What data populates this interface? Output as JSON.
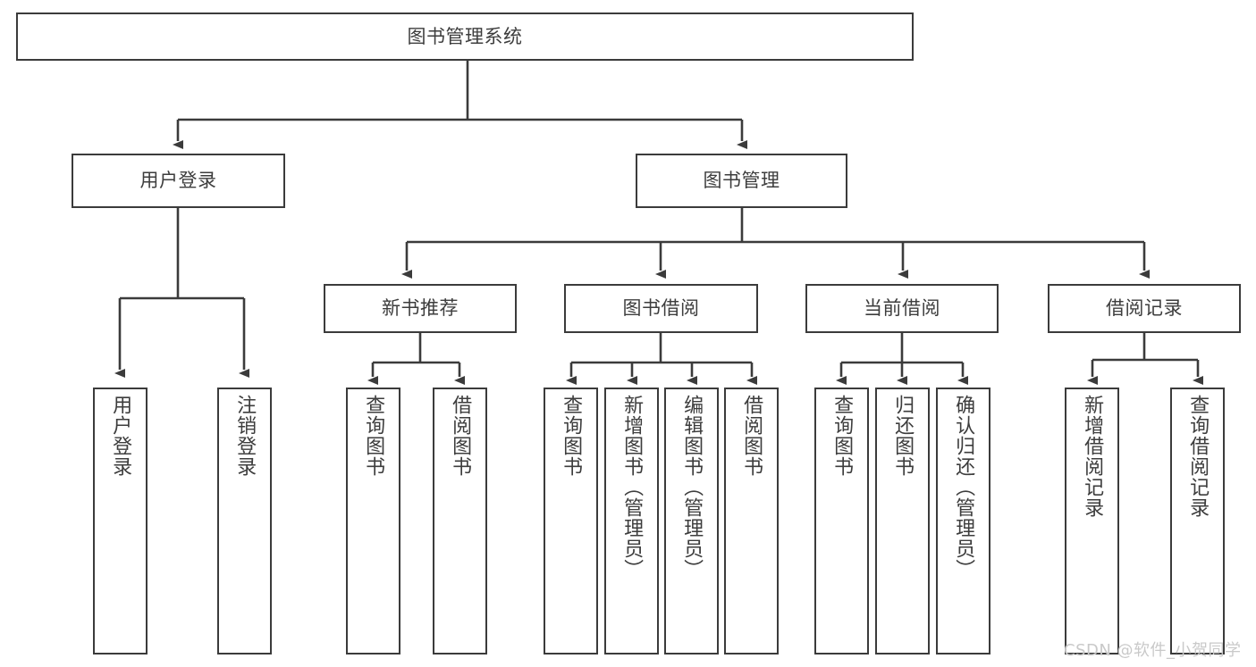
{
  "diagram": {
    "title": "图书管理系统",
    "watermark": "CSDN @软件_小贺同学",
    "colors": {
      "stroke": "#3b3b3b",
      "text": "#3d3d3d",
      "background": "#ffffff",
      "watermark": "#c9c9c9"
    },
    "nodes": {
      "root": {
        "label": "图书管理系统"
      },
      "level2": [
        {
          "label": "用户登录"
        },
        {
          "label": "图书管理"
        }
      ],
      "level3": [
        {
          "label": "新书推荐"
        },
        {
          "label": "图书借阅"
        },
        {
          "label": "当前借阅"
        },
        {
          "label": "借阅记录"
        }
      ],
      "leaves": {
        "user_login": [
          {
            "label": "用户登录"
          },
          {
            "label": "注销登录"
          }
        ],
        "new_book": [
          {
            "label": "查询图书"
          },
          {
            "label": "借阅图书"
          }
        ],
        "book_borrow": [
          {
            "label": "查询图书"
          },
          {
            "label": "新增图书（管理员）"
          },
          {
            "label": "编辑图书（管理员）"
          },
          {
            "label": "借阅图书"
          }
        ],
        "current_borrow": [
          {
            "label": "查询图书"
          },
          {
            "label": "归还图书"
          },
          {
            "label": "确认归还（管理员）"
          }
        ],
        "borrow_record": [
          {
            "label": "新增借阅记录"
          },
          {
            "label": "查询借阅记录"
          }
        ]
      }
    }
  }
}
